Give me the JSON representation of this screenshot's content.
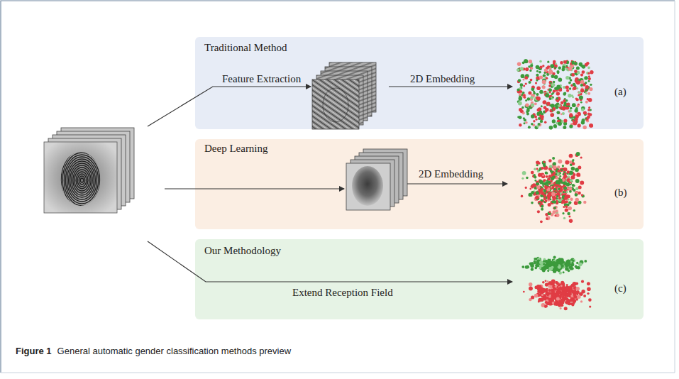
{
  "diagram": {
    "caption": "General automatic gender classification methods preview",
    "nodes": [
      {
        "text": [
          "Traditional Method",
          "Feature Extraction",
          "2D Embedding",
          "(a)"
        ]
      },
      {
        "text": [
          "Deep Learning",
          "2D Embedding",
          "(b)"
        ]
      },
      {
        "text": [
          "Our Methodology",
          "Extend Reception Field",
          "(c)"
        ]
      }
    ],
    "labels": [
      "Figure 1"
    ]
  }
}
